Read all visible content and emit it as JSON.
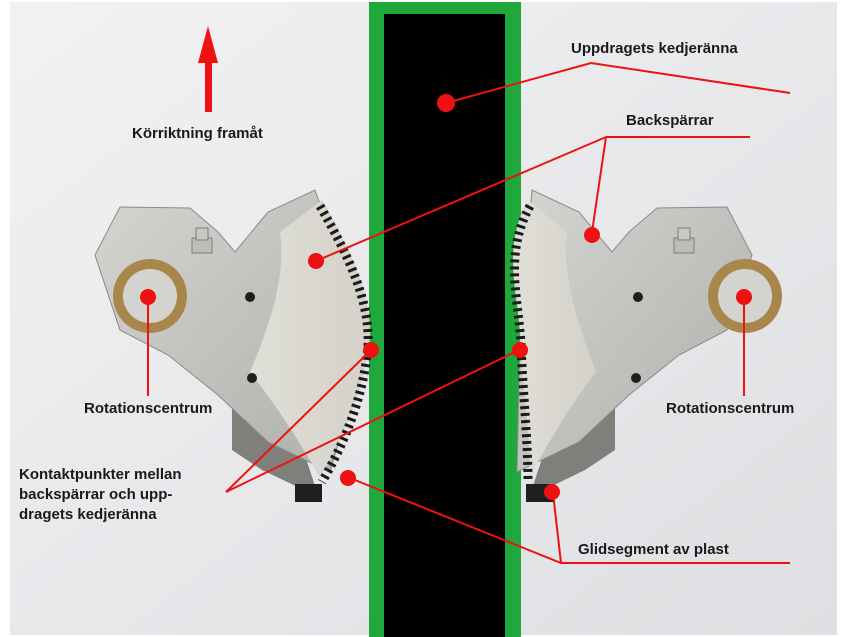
{
  "labels": {
    "direction": "Körriktning framåt",
    "chain_channel": "Uppdragets kedjeränna",
    "ratchets": "Backspärrar",
    "rotation_left": "Rotationscentrum",
    "rotation_right": "Rotationscentrum",
    "contact_line1": "Kontaktpunkter mellan",
    "contact_line2": "backspärrar och upp-",
    "contact_line3": "dragets kedjeränna",
    "glide": "Glidsegment av plast"
  },
  "colors": {
    "annotation": "#ee1111",
    "channel_border": "#1fa83c",
    "channel_fill": "#000000",
    "background": "#ececee",
    "ratchet_metal": "#c9cac6",
    "ratchet_teeth": "#1b1b1b",
    "bushing": "#a8864c"
  }
}
